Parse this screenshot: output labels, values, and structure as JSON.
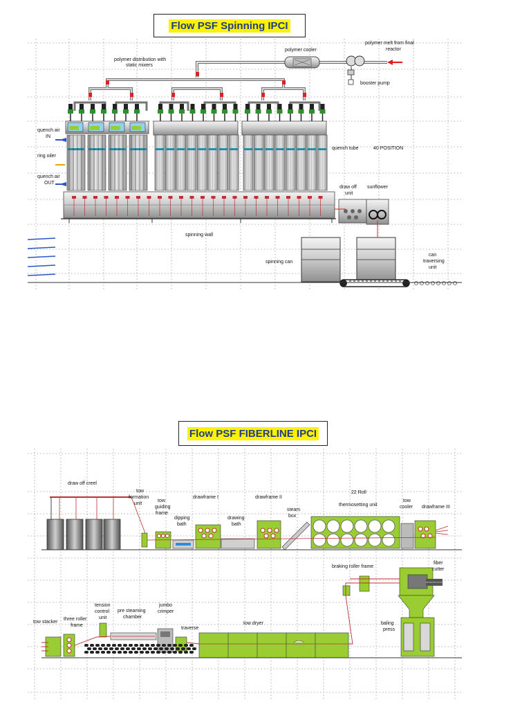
{
  "spinning": {
    "title": "Flow PSF Spinning IPCI",
    "labels": {
      "polymer_distribution_1": "polymer distribution with",
      "polymer_distribution_2": "static mixers",
      "polymer_cooler": "polymer cooler",
      "polymer_melt_1": "polymer melt from final",
      "polymer_melt_2": "reactor",
      "booster_pump": "booster pump",
      "quench_in_1": "quench air",
      "quench_in_2": "IN",
      "ring_oiler": "ring oiler",
      "quench_out_1": "quench air",
      "quench_out_2": "OUT",
      "quench_tube": "quench tube",
      "positions": "40 POSITION",
      "draw_off_1": "draw off",
      "draw_off_2": "unit",
      "sunflower": "sunflower",
      "spinning_wall": "spinning wall",
      "spinning_can": "spinning can",
      "can_traversing_1": "can",
      "can_traversing_2": "traversing",
      "can_traversing_3": "unit"
    }
  },
  "fiberline": {
    "title": "Flow PSF FIBERLINE IPCI",
    "labels": {
      "draw_off_creel": "draw off creel",
      "tow_formation_1": "tow",
      "tow_formation_2": "formation",
      "tow_formation_3": "unit",
      "tow_guiding_1": "tow",
      "tow_guiding_2": "guiding",
      "tow_guiding_3": "frame",
      "dipping_1": "dipping",
      "dipping_2": "bath",
      "drawframe_1": "drawframe I",
      "drawing_1": "drawing",
      "drawing_2": "bath",
      "drawframe_2": "drawframe II",
      "steam_1": "steam",
      "steam_2": "box",
      "roll_22": "22 Roll",
      "thermosetting": "thermosetting unit",
      "tow_cooler_1": "tow",
      "tow_cooler_2": "cooler",
      "drawframe_3": "drawframe III",
      "braking_roller": "braking roller frame",
      "fiber_cutter_1": "fiber",
      "fiber_cutter_2": "cutter",
      "tow_stacker": "tow stacker",
      "three_roller_1": "three roller",
      "three_roller_2": "frame",
      "tension_1": "tension",
      "tension_2": "control",
      "tension_3": "unit",
      "pre_steaming_1": "pre steaming",
      "pre_steaming_2": "chamber",
      "jumbo_1": "jumbo",
      "jumbo_2": "crimper",
      "traverse": "traverse",
      "tow_dryer": "tow dryer",
      "baling_1": "baling",
      "baling_2": "press"
    }
  },
  "colors": {
    "green": "#9acd32",
    "red": "#e02020",
    "blue": "#1f3c8c",
    "highlight": "#fff200",
    "grid": "#9a9a9a"
  }
}
